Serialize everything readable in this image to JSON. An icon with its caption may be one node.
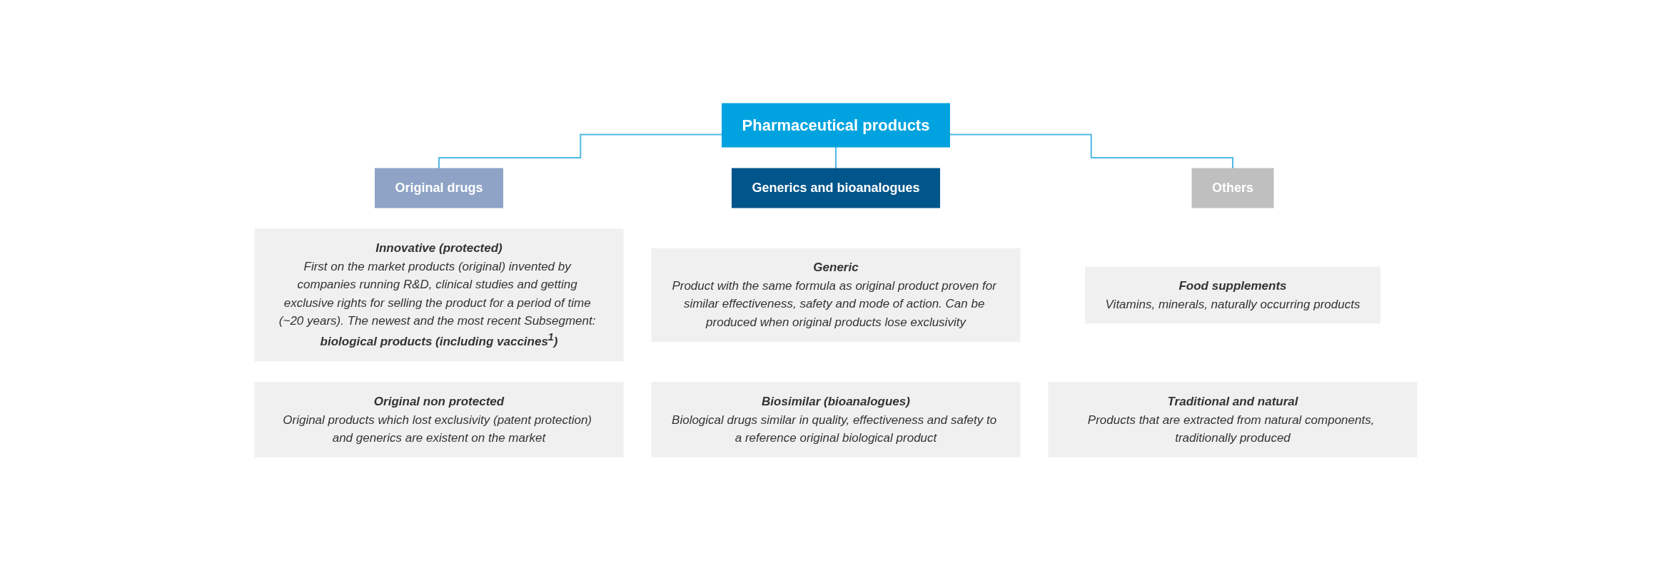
{
  "diagram": {
    "nodes": [
      {
        "text": [
          "Pharmaceutical products"
        ]
      },
      {
        "text": [
          "Original drugs"
        ]
      },
      {
        "text": [
          "Generics and bioanalogues"
        ]
      },
      {
        "text": [
          "Others"
        ]
      },
      {
        "text": [
          "Innovative (protected)",
          "First on the market products (original) invented by companies running R&D, clinical studies and getting exclusive rights for selling the product for a period of time (~20 years). The newest and the most recent Subsegment: **biological products (including vaccines$^{1}$)**"
        ]
      },
      {
        "text": [
          "Generic",
          "Product with the same formula as original product proven for similar effectiveness, safety and mode of action. Can be produced when original products lose exclusivity"
        ]
      },
      {
        "text": [
          "Food supplements",
          "Vitamins, minerals, naturally occurring products"
        ]
      },
      {
        "text": [
          "Original non protected",
          "Original products which lost exclusivity (patent protection) and generics are existent on the market"
        ]
      },
      {
        "text": [
          "Biosimilar (bioanalogues)",
          "Biological drugs similar in quality, effectiveness and safety to a reference original biological product"
        ]
      },
      {
        "text": [
          "Traditional and natural",
          "Products that are extracted from natural components, traditionally produced"
        ]
      }
    ],
    "edges": [
      {
        "from": 0,
        "to": 1,
        "arrow": "none"
      },
      {
        "from": 0,
        "to": 2,
        "arrow": "none"
      },
      {
        "from": 0,
        "to": 3,
        "arrow": "none"
      }
    ]
  }
}
